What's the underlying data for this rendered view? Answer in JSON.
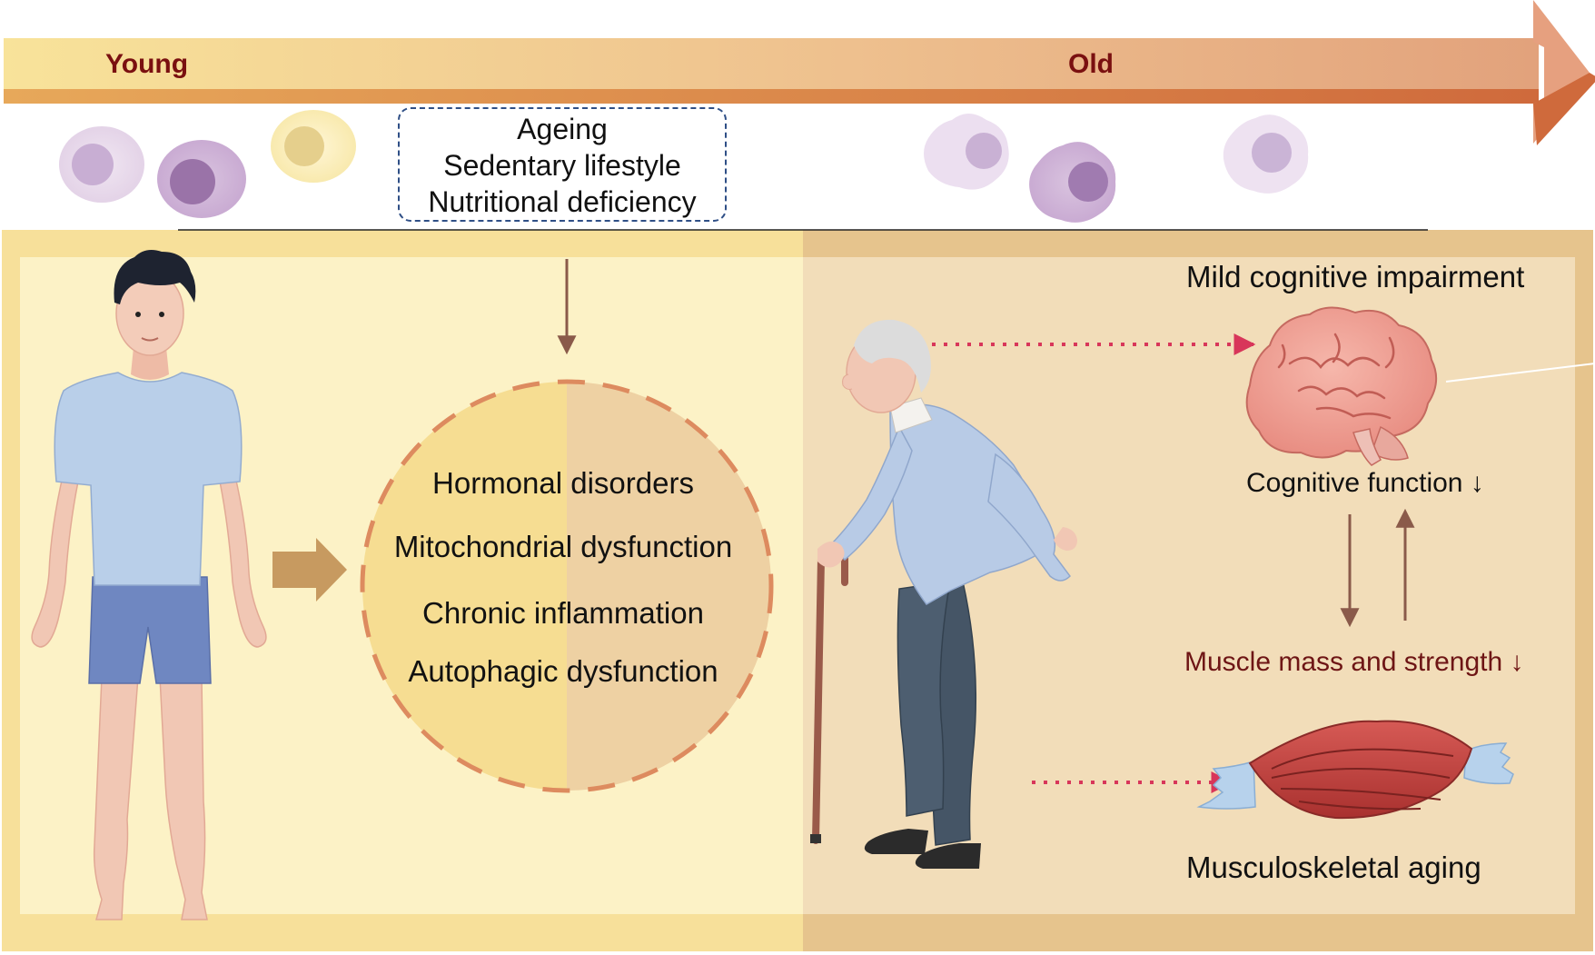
{
  "timeline": {
    "start_label": "Young",
    "end_label": "Old"
  },
  "risk_factors": [
    "Ageing",
    "Sedentary lifestyle",
    "Nutritional deficiency"
  ],
  "mechanisms": [
    "Hormonal disorders",
    "Mitochondrial dysfunction",
    "Chronic inflammation",
    "Autophagic dysfunction"
  ],
  "outcomes": {
    "brain_title": "Mild cognitive impairment",
    "cognitive_function": "Cognitive function ↓",
    "muscle": "Muscle mass and strength ↓",
    "muscle_title": "Musculoskeletal aging"
  },
  "colors": {
    "young_panel": "#fbf0c2",
    "old_panel": "#f1dcb7",
    "timeline_start": "#f8e39a",
    "timeline_end": "#e2a27c",
    "dotted_arrow": "#d8365a",
    "dark_label": "#6e1515"
  }
}
